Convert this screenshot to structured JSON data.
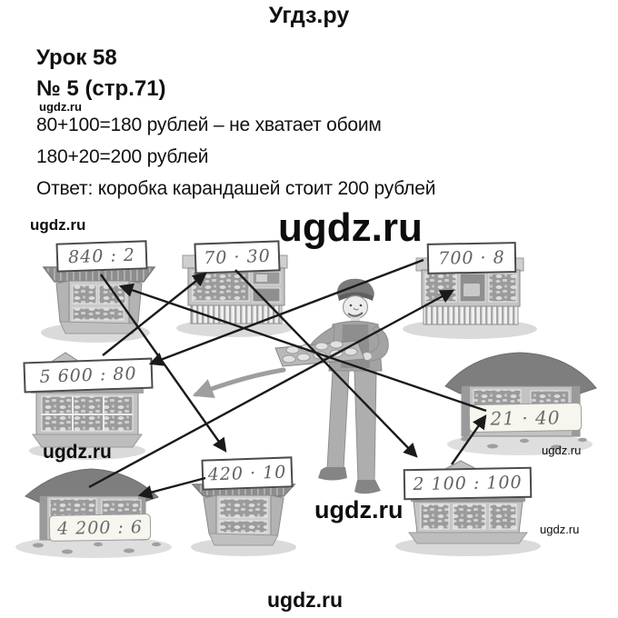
{
  "header": {
    "site_title": "Угдз.ру"
  },
  "lesson": {
    "title": "Урок 58",
    "task": "№ 5 (стр.71)"
  },
  "solution": {
    "line1": "80+100=180 рублей – не хватает обоим",
    "line2": "180+20=200 рублей",
    "answer": "Ответ: коробка карандашей стоит 200 рублей"
  },
  "kiosks": {
    "k840_2": "840 : 2",
    "k70_30": "70 · 30",
    "k700_8": "700 · 8",
    "k5600_80": "5 600 : 80",
    "k21_40": "21 · 40",
    "k420_10": "420 · 10",
    "k4200_6": "4 200 : 6",
    "k2100_100": "2 100 : 100"
  },
  "watermarks": [
    "ugdz.ru",
    "ugdz.ru",
    "ugdz.ru",
    "ugdz.ru",
    "ugdz.ru",
    "ugdz.ru",
    "ugdz.ru",
    "ugdz.ru"
  ],
  "colors": {
    "ink": "#1a1a1a",
    "illustration_grey": "#9b9b9b",
    "sign_border": "#4a4a4a"
  }
}
